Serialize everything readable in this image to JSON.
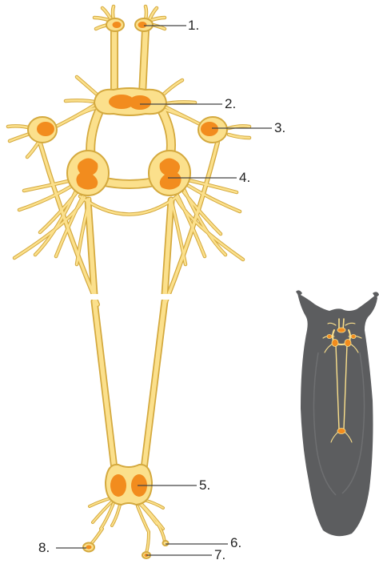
{
  "colors": {
    "nerve_fill": "#FBE08C",
    "nerve_stroke": "#D4A93E",
    "ganglion_core": "#F28C1E",
    "leader_line": "#444444",
    "body_silhouette": "#5C5D5F",
    "body_edge": "#6E6F71",
    "label_text": "#222222"
  },
  "labels": [
    {
      "id": "1",
      "text": "1."
    },
    {
      "id": "2",
      "text": "2."
    },
    {
      "id": "3",
      "text": "3."
    },
    {
      "id": "4",
      "text": "4."
    },
    {
      "id": "5",
      "text": "5."
    },
    {
      "id": "6",
      "text": "6."
    },
    {
      "id": "7",
      "text": "7."
    },
    {
      "id": "8",
      "text": "8."
    }
  ]
}
